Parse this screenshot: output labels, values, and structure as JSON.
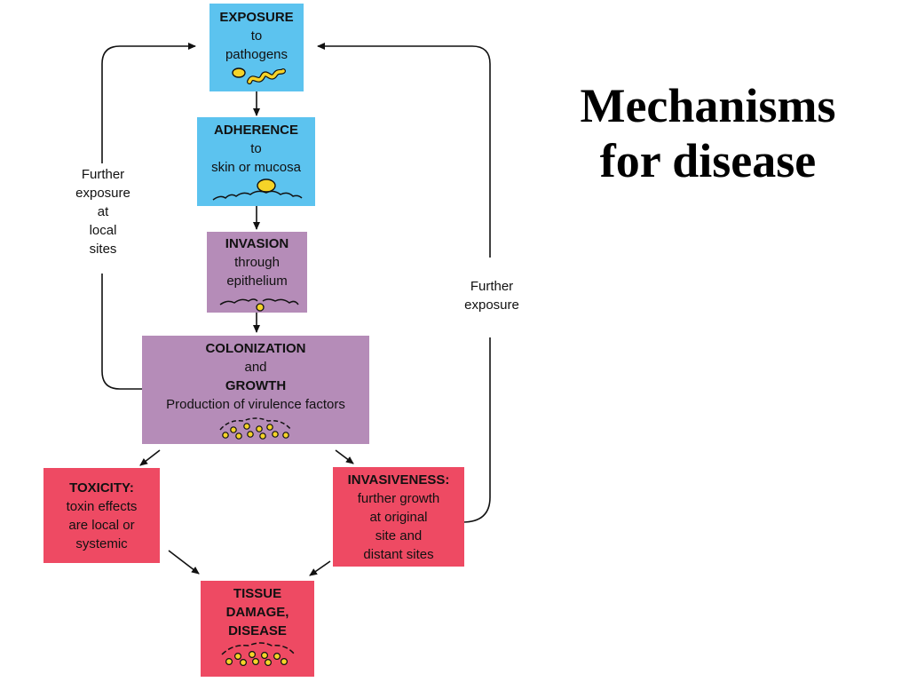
{
  "title": {
    "line1": "Mechanisms",
    "line2": "for disease"
  },
  "boxes": {
    "exposure": {
      "heading": "EXPOSURE",
      "line2": "to",
      "line3": "pathogens"
    },
    "adherence": {
      "heading": "ADHERENCE",
      "line2": "to",
      "line3": "skin or mucosa"
    },
    "invasion": {
      "heading": "INVASION",
      "line2": "through",
      "line3": "epithelium"
    },
    "colonization": {
      "heading": "COLONIZATION",
      "line2": "and",
      "line3": "GROWTH",
      "line4": "Production of virulence factors"
    },
    "toxicity": {
      "heading": "TOXICITY:",
      "line2": "toxin effects",
      "line3": "are local or",
      "line4": "systemic"
    },
    "invasiveness": {
      "heading": "INVASIVENESS:",
      "line2": "further growth",
      "line3": "at original",
      "line4": "site and",
      "line5": "distant sites"
    },
    "tissue": {
      "heading1": "TISSUE",
      "heading2": "DAMAGE,",
      "heading3": "DISEASE"
    }
  },
  "labels": {
    "left": {
      "line1": "Further",
      "line2": "exposure",
      "line3": "at",
      "line4": "local",
      "line5": "sites"
    },
    "right": {
      "line1": "Further",
      "line2": "exposure"
    }
  },
  "colors": {
    "blue": "#5cc3ef",
    "purple": "#b58cb8",
    "red": "#ee4a63",
    "pathogen": "#f5d328"
  },
  "icons": [
    "pathogen-icon",
    "pathogen-on-surface-icon",
    "epithelium-icon",
    "colony-icon",
    "tissue-damage-icon"
  ]
}
